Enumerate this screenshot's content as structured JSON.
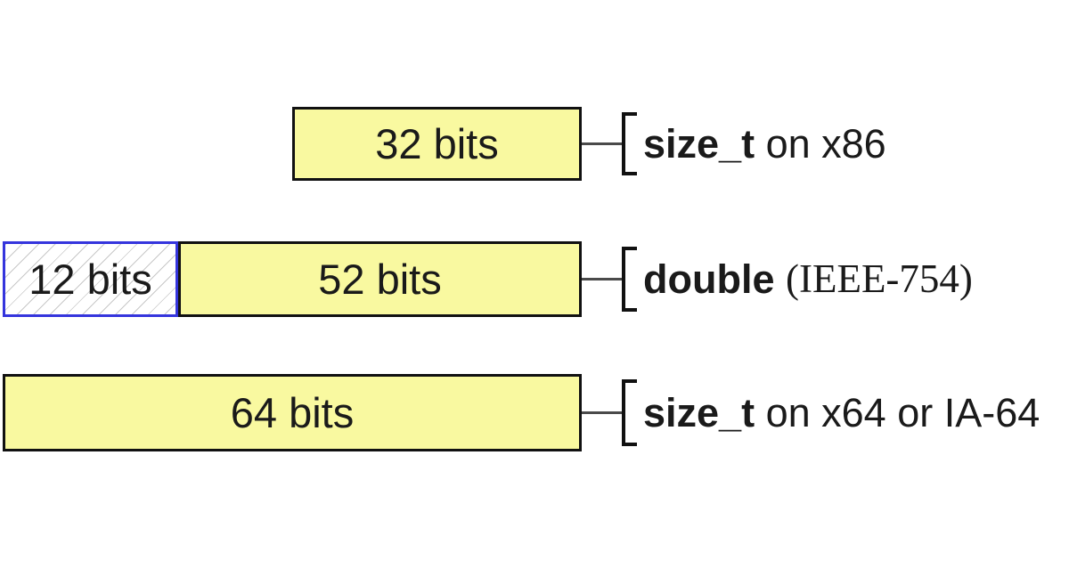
{
  "diagram": {
    "rows": [
      {
        "segments": [
          {
            "label": "32 bits",
            "bits": 32,
            "style": "solid"
          }
        ],
        "annotation": {
          "bold": "size_t",
          "regular": " on x86",
          "serif": ""
        }
      },
      {
        "segments": [
          {
            "label": "12 bits",
            "bits": 12,
            "style": "hatched"
          },
          {
            "label": "52 bits",
            "bits": 52,
            "style": "solid"
          }
        ],
        "annotation": {
          "bold": "double",
          "regular": " ",
          "serif": "(IEEE-754)"
        }
      },
      {
        "segments": [
          {
            "label": "64 bits",
            "bits": 64,
            "style": "solid"
          }
        ],
        "annotation": {
          "bold": "size_t",
          "regular": " on x64 or IA-64",
          "serif": ""
        }
      }
    ]
  },
  "colors": {
    "background": "#FFFFFF",
    "bar-fill": "#F9F9A0",
    "bar-border": "#111111",
    "hatched-border": "#3535DD",
    "hatch-line": "#C8C8C8",
    "connector": "#4A4A4A",
    "text": "#1A1A1A"
  }
}
